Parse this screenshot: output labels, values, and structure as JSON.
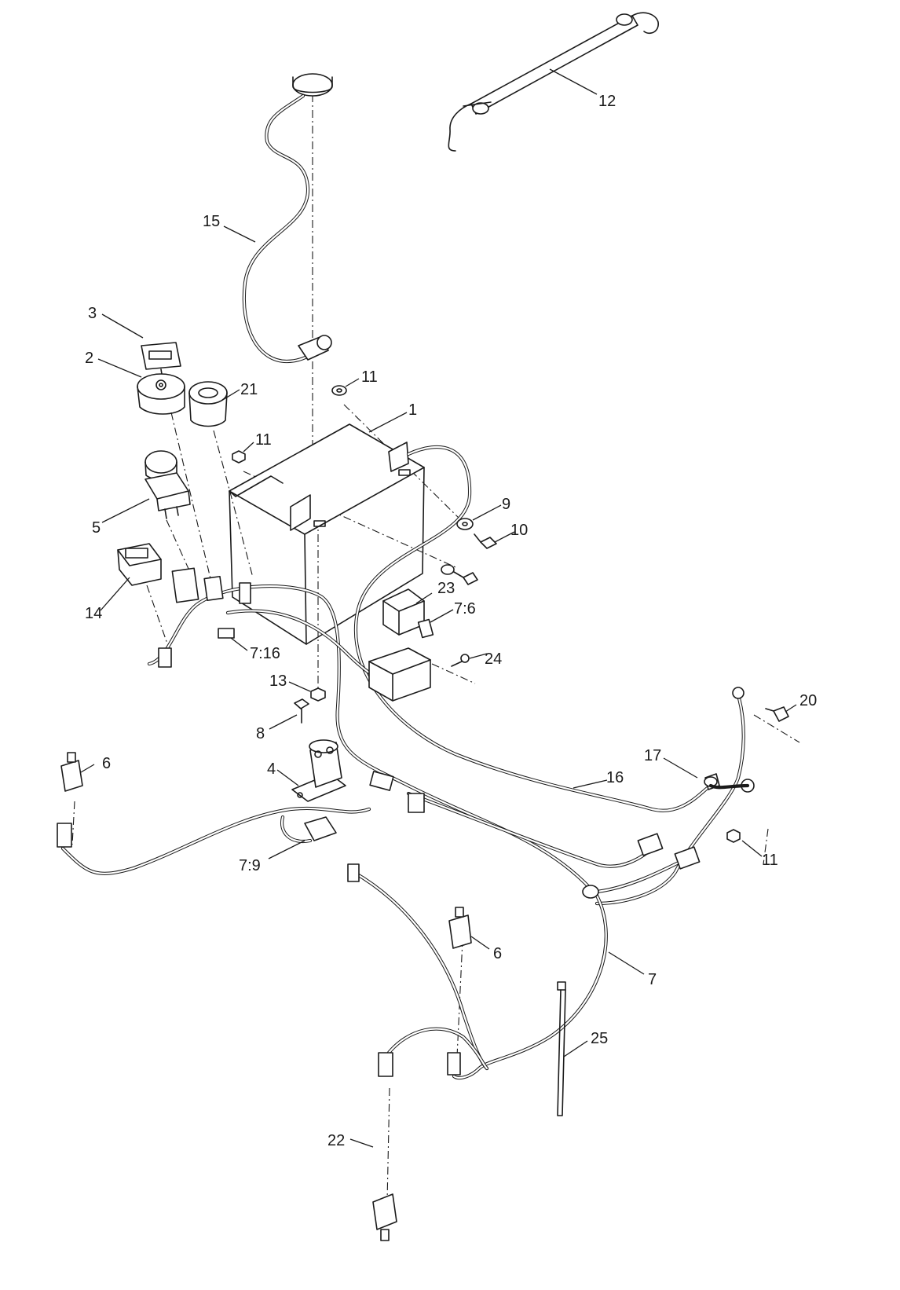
{
  "callouts": {
    "c1": "1",
    "c2": "2",
    "c3": "3",
    "c4": "4",
    "c5": "5",
    "c6a": "6",
    "c6b": "6",
    "c7": "7",
    "c7_6": "7:6",
    "c7_9": "7:9",
    "c7_16": "7:16",
    "c8": "8",
    "c9": "9",
    "c10": "10",
    "c11a": "11",
    "c11b": "11",
    "c11c": "11",
    "c12": "12",
    "c13": "13",
    "c14": "14",
    "c15": "15",
    "c16": "16",
    "c17": "17",
    "c20": "20",
    "c21": "21",
    "c22": "22",
    "c23": "23",
    "c24": "24",
    "c25": "25"
  }
}
